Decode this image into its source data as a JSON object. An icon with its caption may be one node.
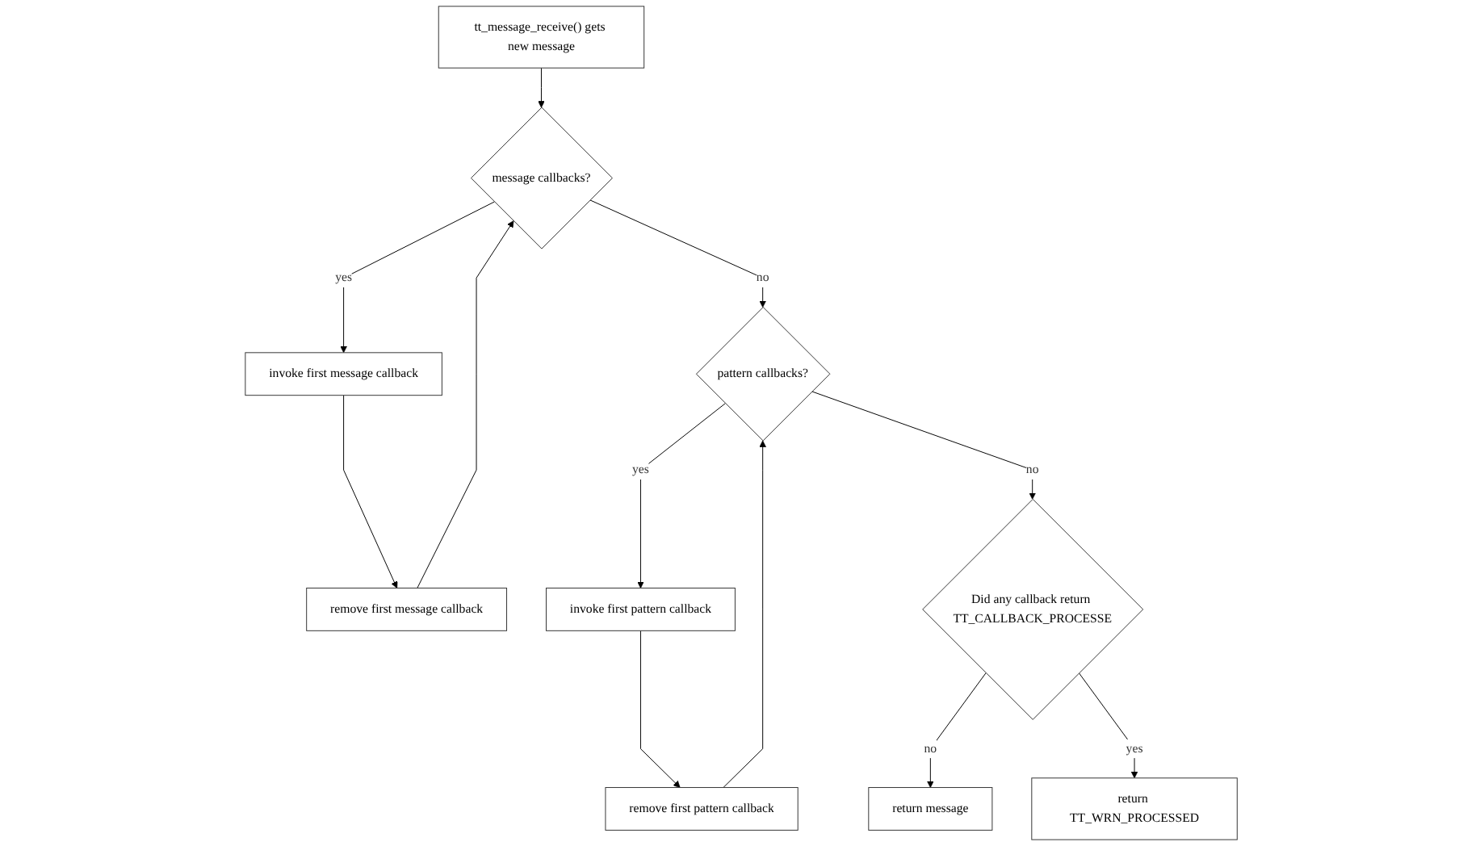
{
  "diagram": {
    "nodes": [
      {
        "text": [
          "tt_message_receive() gets new message"
        ]
      },
      {
        "text": [
          "message callbacks?"
        ]
      },
      {
        "text": [
          "invoke first message callback"
        ]
      },
      {
        "text": [
          "remove first message callback"
        ]
      },
      {
        "text": [
          "pattern callbacks?"
        ]
      },
      {
        "text": [
          "invoke first pattern callback"
        ]
      },
      {
        "text": [
          "remove first pattern callback"
        ]
      },
      {
        "text": [
          "Did any callback return TT_CALLBACK_PROCESSE"
        ]
      },
      {
        "text": [
          "return message"
        ]
      },
      {
        "text": [
          "return TT_WRN_PROCESSED"
        ]
      }
    ],
    "edges": [
      {
        "from": 0,
        "to": 1,
        "arrow": "to"
      },
      {
        "from": 1,
        "to": 2,
        "label": "yes",
        "arrow": "to"
      },
      {
        "from": 2,
        "to": 3,
        "arrow": "to"
      },
      {
        "from": 3,
        "to": 1,
        "arrow": "to"
      },
      {
        "from": 1,
        "to": 4,
        "label": "no",
        "arrow": "to"
      },
      {
        "from": 4,
        "to": 5,
        "label": "yes",
        "arrow": "to"
      },
      {
        "from": 5,
        "to": 6,
        "arrow": "to"
      },
      {
        "from": 6,
        "to": 4,
        "arrow": "to"
      },
      {
        "from": 4,
        "to": 7,
        "label": "no",
        "arrow": "to"
      },
      {
        "from": 7,
        "to": 8,
        "label": "no",
        "arrow": "to"
      },
      {
        "from": 7,
        "to": 9,
        "label": "yes",
        "arrow": "to"
      }
    ]
  }
}
